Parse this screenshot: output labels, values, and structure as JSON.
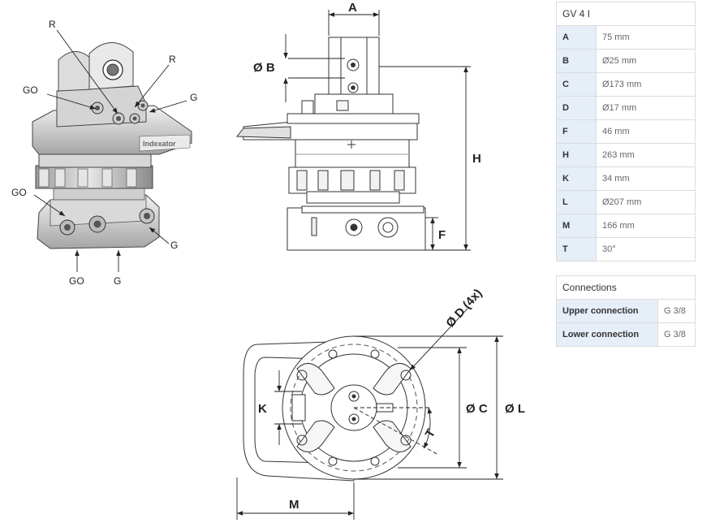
{
  "callouts": {
    "r_left": "R",
    "r_right": "R",
    "go_top": "GO",
    "g_top": "G",
    "go_mid": "GO",
    "g_mid": "G",
    "go_bottom": "GO",
    "g_bottom": "G"
  },
  "dimensions": {
    "a": "A",
    "b": "Ø B",
    "h": "H",
    "f": "F",
    "d": "Ø D (4x)",
    "k": "K",
    "c": "Ø C",
    "l": "Ø L",
    "t": "T",
    "m": "M"
  },
  "brand_mark": "Indexator",
  "spec_table": {
    "title": "GV 4 I",
    "rows": [
      {
        "key": "A",
        "value": "75 mm"
      },
      {
        "key": "B",
        "value": "Ø25 mm"
      },
      {
        "key": "C",
        "value": "Ø173 mm"
      },
      {
        "key": "D",
        "value": "Ø17 mm"
      },
      {
        "key": "F",
        "value": "46 mm"
      },
      {
        "key": "H",
        "value": "263 mm"
      },
      {
        "key": "K",
        "value": "34 mm"
      },
      {
        "key": "L",
        "value": "Ø207 mm"
      },
      {
        "key": "M",
        "value": "166 mm"
      },
      {
        "key": "T",
        "value": "30°"
      }
    ]
  },
  "connections_table": {
    "title": "Connections",
    "rows": [
      {
        "key": "Upper connection",
        "value": "G 3/8"
      },
      {
        "key": "Lower connection",
        "value": "G 3/8"
      }
    ]
  }
}
